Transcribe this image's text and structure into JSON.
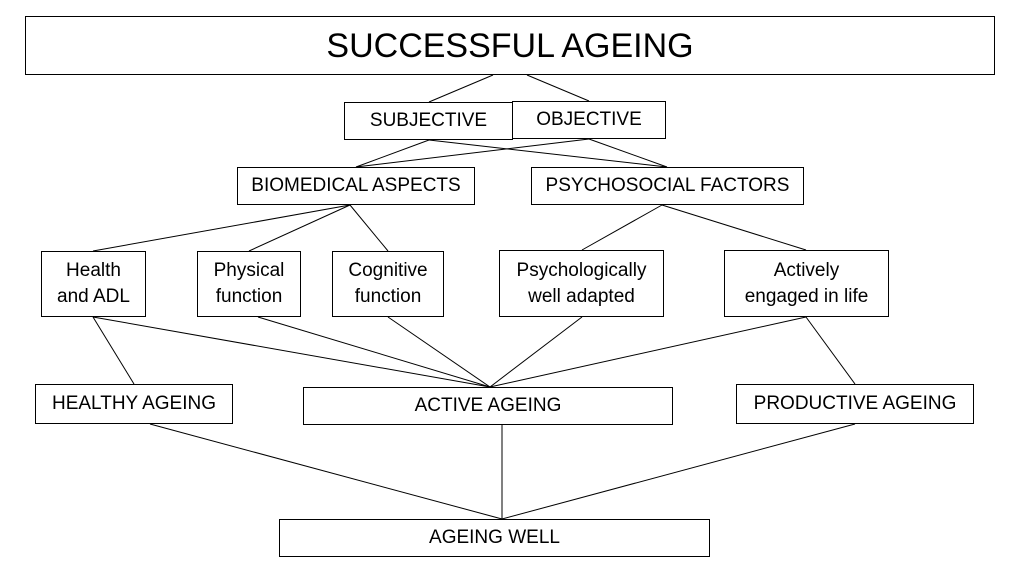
{
  "diagram": {
    "title": "SUCCESSFUL AGEING",
    "level1": {
      "subjective": "SUBJECTIVE",
      "objective": "OBJECTIVE"
    },
    "level2": {
      "biomedical": "BIOMEDICAL ASPECTS",
      "psychosocial": "PSYCHOSOCIAL FACTORS"
    },
    "level3": {
      "health": "Health\nand ADL",
      "physical": "Physical\nfunction",
      "cognitive": "Cognitive\nfunction",
      "psychological": "Psychologically\nwell adapted",
      "engaged": "Actively\nengaged in life"
    },
    "level4": {
      "healthy": "HEALTHY AGEING",
      "active": "ACTIVE AGEING",
      "productive": "PRODUCTIVE AGEING"
    },
    "bottom": "AGEING WELL"
  }
}
